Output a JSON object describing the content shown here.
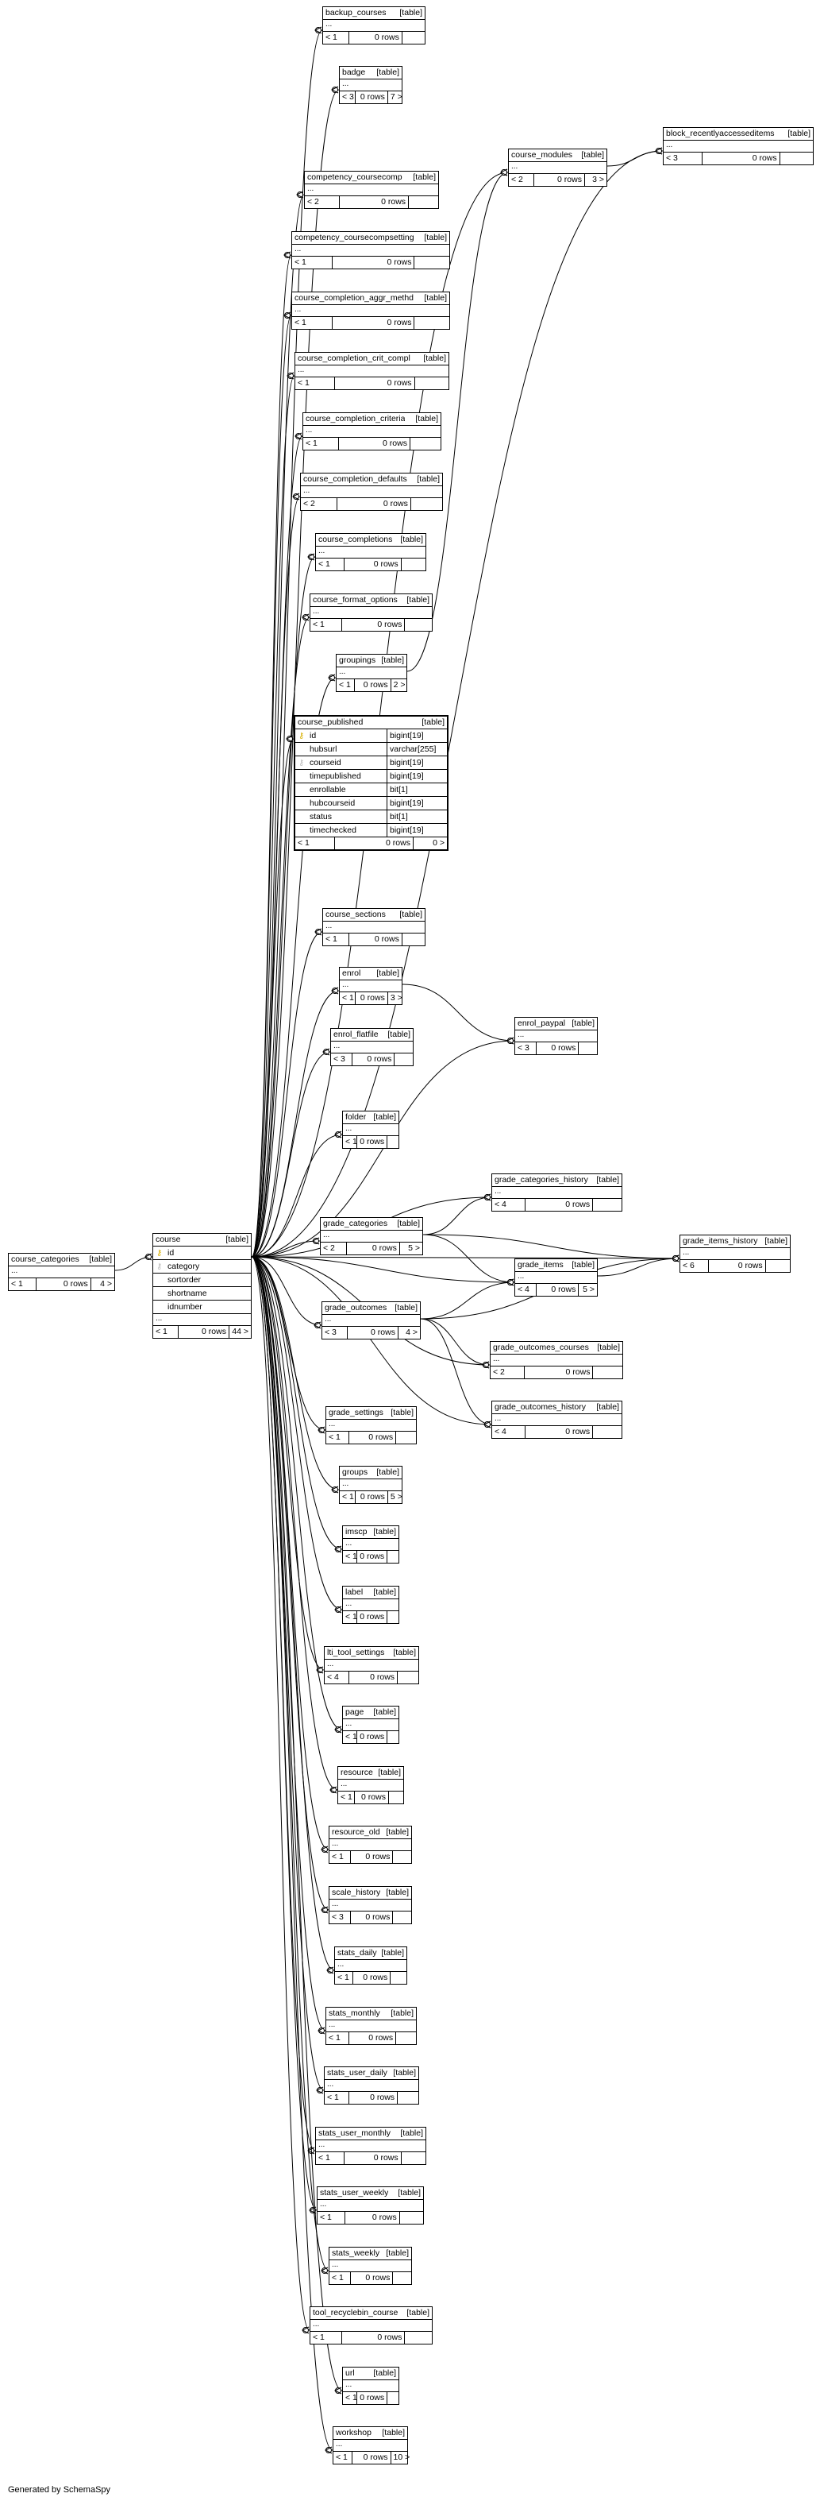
{
  "generated_by": "Generated by SchemaSpy",
  "tables": {
    "backup_courses": {
      "name": "backup_courses",
      "kind": "[table]",
      "parents": "< 1",
      "rows": "0 rows",
      "children": ""
    },
    "badge": {
      "name": "badge",
      "kind": "[table]",
      "parents": "< 3",
      "rows": "0 rows",
      "children": "7 >"
    },
    "block_recentlyaccesseditems": {
      "name": "block_recentlyaccesseditems",
      "kind": "[table]",
      "parents": "< 3",
      "rows": "0 rows",
      "children": ""
    },
    "course_modules": {
      "name": "course_modules",
      "kind": "[table]",
      "parents": "< 2",
      "rows": "0 rows",
      "children": "3 >"
    },
    "competency_coursecomp": {
      "name": "competency_coursecomp",
      "kind": "[table]",
      "parents": "< 2",
      "rows": "0 rows",
      "children": ""
    },
    "competency_coursecompsetting": {
      "name": "competency_coursecompsetting",
      "kind": "[table]",
      "parents": "< 1",
      "rows": "0 rows",
      "children": ""
    },
    "course_completion_aggr_methd": {
      "name": "course_completion_aggr_methd",
      "kind": "[table]",
      "parents": "< 1",
      "rows": "0 rows",
      "children": ""
    },
    "course_completion_crit_compl": {
      "name": "course_completion_crit_compl",
      "kind": "[table]",
      "parents": "< 1",
      "rows": "0 rows",
      "children": ""
    },
    "course_completion_criteria": {
      "name": "course_completion_criteria",
      "kind": "[table]",
      "parents": "< 1",
      "rows": "0 rows",
      "children": ""
    },
    "course_completion_defaults": {
      "name": "course_completion_defaults",
      "kind": "[table]",
      "parents": "< 2",
      "rows": "0 rows",
      "children": ""
    },
    "course_completions": {
      "name": "course_completions",
      "kind": "[table]",
      "parents": "< 1",
      "rows": "0 rows",
      "children": ""
    },
    "course_format_options": {
      "name": "course_format_options",
      "kind": "[table]",
      "parents": "< 1",
      "rows": "0 rows",
      "children": ""
    },
    "groupings": {
      "name": "groupings",
      "kind": "[table]",
      "parents": "< 1",
      "rows": "0 rows",
      "children": "2 >"
    },
    "course_published": {
      "name": "course_published",
      "kind": "[table]",
      "parents": "< 1",
      "rows": "0 rows",
      "children": "0 >",
      "columns": [
        {
          "name": "id",
          "type": "bigint[19]",
          "key": "pk"
        },
        {
          "name": "hubsurl",
          "type": "varchar[255]",
          "key": ""
        },
        {
          "name": "courseid",
          "type": "bigint[19]",
          "key": "fk"
        },
        {
          "name": "timepublished",
          "type": "bigint[19]",
          "key": ""
        },
        {
          "name": "enrollable",
          "type": "bit[1]",
          "key": ""
        },
        {
          "name": "hubcourseid",
          "type": "bigint[19]",
          "key": ""
        },
        {
          "name": "status",
          "type": "bit[1]",
          "key": ""
        },
        {
          "name": "timechecked",
          "type": "bigint[19]",
          "key": ""
        }
      ]
    },
    "course_sections": {
      "name": "course_sections",
      "kind": "[table]",
      "parents": "< 1",
      "rows": "0 rows",
      "children": ""
    },
    "enrol": {
      "name": "enrol",
      "kind": "[table]",
      "parents": "< 1",
      "rows": "0 rows",
      "children": "3 >"
    },
    "enrol_paypal": {
      "name": "enrol_paypal",
      "kind": "[table]",
      "parents": "< 3",
      "rows": "0 rows",
      "children": ""
    },
    "enrol_flatfile": {
      "name": "enrol_flatfile",
      "kind": "[table]",
      "parents": "< 3",
      "rows": "0 rows",
      "children": ""
    },
    "folder": {
      "name": "folder",
      "kind": "[table]",
      "parents": "< 1",
      "rows": "0 rows",
      "children": ""
    },
    "grade_categories_history": {
      "name": "grade_categories_history",
      "kind": "[table]",
      "parents": "< 4",
      "rows": "0 rows",
      "children": ""
    },
    "grade_categories": {
      "name": "grade_categories",
      "kind": "[table]",
      "parents": "< 2",
      "rows": "0 rows",
      "children": "5 >"
    },
    "grade_items_history": {
      "name": "grade_items_history",
      "kind": "[table]",
      "parents": "< 6",
      "rows": "0 rows",
      "children": ""
    },
    "grade_items": {
      "name": "grade_items",
      "kind": "[table]",
      "parents": "< 4",
      "rows": "0 rows",
      "children": "5 >"
    },
    "course_categories": {
      "name": "course_categories",
      "kind": "[table]",
      "parents": "< 1",
      "rows": "0 rows",
      "children": "4 >"
    },
    "course": {
      "name": "course",
      "kind": "[table]",
      "parents": "< 1",
      "rows": "0 rows",
      "children": "44 >",
      "columns": [
        {
          "name": "id",
          "type": "",
          "key": "pk"
        },
        {
          "name": "category",
          "type": "",
          "key": "fk"
        },
        {
          "name": "sortorder",
          "type": "",
          "key": ""
        },
        {
          "name": "shortname",
          "type": "",
          "key": ""
        },
        {
          "name": "idnumber",
          "type": "",
          "key": ""
        }
      ]
    },
    "grade_outcomes": {
      "name": "grade_outcomes",
      "kind": "[table]",
      "parents": "< 3",
      "rows": "0 rows",
      "children": "4 >"
    },
    "grade_outcomes_courses": {
      "name": "grade_outcomes_courses",
      "kind": "[table]",
      "parents": "< 2",
      "rows": "0 rows",
      "children": ""
    },
    "grade_outcomes_history": {
      "name": "grade_outcomes_history",
      "kind": "[table]",
      "parents": "< 4",
      "rows": "0 rows",
      "children": ""
    },
    "grade_settings": {
      "name": "grade_settings",
      "kind": "[table]",
      "parents": "< 1",
      "rows": "0 rows",
      "children": ""
    },
    "groups": {
      "name": "groups",
      "kind": "[table]",
      "parents": "< 1",
      "rows": "0 rows",
      "children": "5 >"
    },
    "imscp": {
      "name": "imscp",
      "kind": "[table]",
      "parents": "< 1",
      "rows": "0 rows",
      "children": ""
    },
    "label": {
      "name": "label",
      "kind": "[table]",
      "parents": "< 1",
      "rows": "0 rows",
      "children": ""
    },
    "lti_tool_settings": {
      "name": "lti_tool_settings",
      "kind": "[table]",
      "parents": "< 4",
      "rows": "0 rows",
      "children": ""
    },
    "page": {
      "name": "page",
      "kind": "[table]",
      "parents": "< 1",
      "rows": "0 rows",
      "children": ""
    },
    "resource": {
      "name": "resource",
      "kind": "[table]",
      "parents": "< 1",
      "rows": "0 rows",
      "children": ""
    },
    "resource_old": {
      "name": "resource_old",
      "kind": "[table]",
      "parents": "< 1",
      "rows": "0 rows",
      "children": ""
    },
    "scale_history": {
      "name": "scale_history",
      "kind": "[table]",
      "parents": "< 3",
      "rows": "0 rows",
      "children": ""
    },
    "stats_daily": {
      "name": "stats_daily",
      "kind": "[table]",
      "parents": "< 1",
      "rows": "0 rows",
      "children": ""
    },
    "stats_monthly": {
      "name": "stats_monthly",
      "kind": "[table]",
      "parents": "< 1",
      "rows": "0 rows",
      "children": ""
    },
    "stats_user_daily": {
      "name": "stats_user_daily",
      "kind": "[table]",
      "parents": "< 1",
      "rows": "0 rows",
      "children": ""
    },
    "stats_user_monthly": {
      "name": "stats_user_monthly",
      "kind": "[table]",
      "parents": "< 1",
      "rows": "0 rows",
      "children": ""
    },
    "stats_user_weekly": {
      "name": "stats_user_weekly",
      "kind": "[table]",
      "parents": "< 1",
      "rows": "0 rows",
      "children": ""
    },
    "stats_weekly": {
      "name": "stats_weekly",
      "kind": "[table]",
      "parents": "< 1",
      "rows": "0 rows",
      "children": ""
    },
    "tool_recyclebin_course": {
      "name": "tool_recyclebin_course",
      "kind": "[table]",
      "parents": "< 1",
      "rows": "0 rows",
      "children": ""
    },
    "url": {
      "name": "url",
      "kind": "[table]",
      "parents": "< 1",
      "rows": "0 rows",
      "children": ""
    },
    "workshop": {
      "name": "workshop",
      "kind": "[table]",
      "parents": "< 1",
      "rows": "0 rows",
      "children": "10 >"
    }
  },
  "relationships": [
    [
      "course_categories",
      "course"
    ],
    [
      "course",
      "backup_courses"
    ],
    [
      "course",
      "badge"
    ],
    [
      "course",
      "block_recentlyaccesseditems"
    ],
    [
      "course",
      "course_modules"
    ],
    [
      "course_modules",
      "block_recentlyaccesseditems"
    ],
    [
      "course",
      "competency_coursecomp"
    ],
    [
      "course",
      "competency_coursecompsetting"
    ],
    [
      "course",
      "course_completion_aggr_methd"
    ],
    [
      "course",
      "course_completion_crit_compl"
    ],
    [
      "course",
      "course_completion_criteria"
    ],
    [
      "course",
      "course_completion_defaults"
    ],
    [
      "course",
      "course_completions"
    ],
    [
      "course",
      "course_format_options"
    ],
    [
      "course",
      "groupings"
    ],
    [
      "groupings",
      "course_modules"
    ],
    [
      "course",
      "course_published"
    ],
    [
      "course",
      "course_sections"
    ],
    [
      "course",
      "enrol"
    ],
    [
      "enrol",
      "enrol_paypal"
    ],
    [
      "course",
      "enrol_paypal"
    ],
    [
      "course",
      "enrol_flatfile"
    ],
    [
      "course",
      "folder"
    ],
    [
      "course",
      "grade_categories_history"
    ],
    [
      "course",
      "grade_categories"
    ],
    [
      "grade_categories",
      "grade_categories_history"
    ],
    [
      "grade_categories",
      "grade_items"
    ],
    [
      "grade_categories",
      "grade_items_history"
    ],
    [
      "course",
      "grade_items_history"
    ],
    [
      "course",
      "grade_items"
    ],
    [
      "grade_items",
      "grade_items_history"
    ],
    [
      "course",
      "grade_outcomes"
    ],
    [
      "grade_outcomes",
      "grade_items"
    ],
    [
      "grade_outcomes",
      "grade_items_history"
    ],
    [
      "grade_outcomes",
      "grade_outcomes_courses"
    ],
    [
      "grade_outcomes",
      "grade_outcomes_history"
    ],
    [
      "course",
      "grade_outcomes_courses"
    ],
    [
      "course",
      "grade_outcomes_history"
    ],
    [
      "course",
      "grade_settings"
    ],
    [
      "course",
      "groups"
    ],
    [
      "course",
      "imscp"
    ],
    [
      "course",
      "label"
    ],
    [
      "course",
      "lti_tool_settings"
    ],
    [
      "course",
      "page"
    ],
    [
      "course",
      "resource"
    ],
    [
      "course",
      "resource_old"
    ],
    [
      "course",
      "scale_history"
    ],
    [
      "course",
      "stats_daily"
    ],
    [
      "course",
      "stats_monthly"
    ],
    [
      "course",
      "stats_user_daily"
    ],
    [
      "course",
      "stats_user_monthly"
    ],
    [
      "course",
      "stats_user_weekly"
    ],
    [
      "course",
      "stats_weekly"
    ],
    [
      "course",
      "tool_recyclebin_course"
    ],
    [
      "course",
      "url"
    ],
    [
      "course",
      "workshop"
    ]
  ]
}
